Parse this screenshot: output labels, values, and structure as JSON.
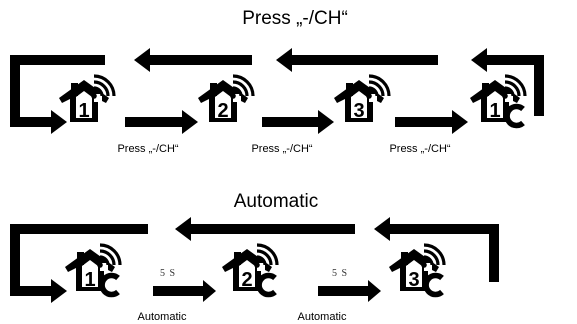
{
  "manual": {
    "title": "Press „-/CH“",
    "step_label": "Press „-/CH“",
    "programs": [
      {
        "number": "1",
        "constant": false
      },
      {
        "number": "2",
        "constant": false
      },
      {
        "number": "3",
        "constant": false
      },
      {
        "number": "1",
        "constant": true
      }
    ]
  },
  "automatic": {
    "title": "Automatic",
    "interval_label": "5 S",
    "step_label": "Automatic",
    "programs": [
      {
        "number": "1",
        "constant": true
      },
      {
        "number": "2",
        "constant": true
      },
      {
        "number": "3",
        "constant": true
      }
    ]
  },
  "colors": {
    "ink": "#000000",
    "background": "#ffffff"
  },
  "icons": {
    "program": "house-wifi-icon",
    "constant": "c-arc-icon",
    "arrow": "arrow-icon"
  }
}
